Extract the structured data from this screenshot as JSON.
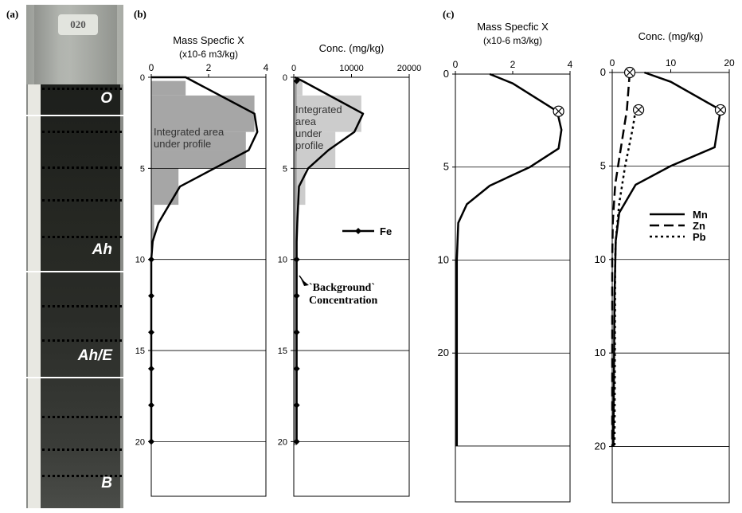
{
  "panels": {
    "a": "(a)",
    "b": "(b)",
    "c": "(c)"
  },
  "photo": {
    "cap_label": "020",
    "horizons": [
      "O",
      "Ah",
      "Ah/E",
      "B"
    ]
  },
  "annotations": {
    "integrated_area_b1": [
      "Integrated area",
      "under profile"
    ],
    "integrated_area_b2": [
      "Integrated",
      " area",
      "under",
      "profile"
    ],
    "background": [
      "`Background`",
      "Concentration"
    ]
  },
  "chart_data": [
    {
      "id": "b1",
      "type": "line",
      "title_lines": [
        "Mass Specfic X",
        "(x10-6 m3/kg)"
      ],
      "x_ticks": [
        "0",
        "2",
        "4"
      ],
      "y_ticks": [
        "0",
        "5",
        "10",
        "15",
        "20"
      ],
      "xlim": [
        0,
        4
      ],
      "ylim": [
        0,
        23
      ],
      "y_inverted": true,
      "grid_y": [
        5,
        10,
        15,
        20
      ],
      "line": {
        "x": [
          0.0,
          1.2,
          3.6,
          3.7,
          3.4,
          1.0,
          0.25,
          0.05,
          0.0,
          0.0,
          0.0,
          0.0,
          0.0,
          0.0,
          0.0,
          0.0,
          0.0
        ],
        "y": [
          0,
          0,
          2,
          3,
          4,
          6,
          8,
          9,
          10,
          11,
          12,
          13,
          14,
          15,
          16,
          18,
          20
        ]
      },
      "markers_y": [
        10,
        12,
        14,
        16,
        18,
        20
      ],
      "histogram": [
        {
          "y0": 0.2,
          "y1": 1.0,
          "x": 1.2
        },
        {
          "y0": 1.0,
          "y1": 3.0,
          "x": 3.6
        },
        {
          "y0": 3.0,
          "y1": 4.0,
          "x": 3.3
        },
        {
          "y0": 4.0,
          "y1": 5.0,
          "x": 3.3
        },
        {
          "y0": 5.0,
          "y1": 7.0,
          "x": 0.95
        },
        {
          "y0": 7.0,
          "y1": 9.0,
          "x": 0.1
        }
      ]
    },
    {
      "id": "b2",
      "type": "line",
      "title_lines": [
        "Conc. (mg/kg)"
      ],
      "x_ticks": [
        "0",
        "10000",
        "20000"
      ],
      "xlim": [
        0,
        20000
      ],
      "y_ticks": [
        "0",
        "5",
        "10",
        "15",
        "20"
      ],
      "ylim": [
        0,
        23
      ],
      "y_inverted": true,
      "grid_y": [
        5,
        10,
        15,
        20
      ],
      "line": {
        "x": [
          200,
          1500,
          12000,
          10500,
          6000,
          2500,
          900,
          600,
          500,
          500,
          500,
          500,
          500,
          500,
          500,
          500,
          500
        ],
        "y": [
          0,
          0.2,
          2,
          3,
          4,
          5,
          6,
          8,
          9,
          10,
          12,
          14,
          15,
          16,
          18,
          20,
          20.1
        ]
      },
      "markers_y": [
        0.2,
        10,
        12,
        14,
        16,
        18,
        20
      ],
      "histogram": [
        {
          "y0": 0.2,
          "y1": 1.0,
          "x": 1500
        },
        {
          "y0": 1.0,
          "y1": 3.0,
          "x": 11700
        },
        {
          "y0": 3.0,
          "y1": 5.0,
          "x": 7200
        },
        {
          "y0": 5.0,
          "y1": 7.0,
          "x": 2000
        },
        {
          "y0": 7.0,
          "y1": 9.0,
          "x": 700
        }
      ],
      "background_bar_x": 500,
      "legend": [
        "Fe"
      ]
    },
    {
      "id": "c1",
      "type": "line",
      "title_lines": [
        "Mass Specfic X",
        "(x10-6 m3/kg)"
      ],
      "x_ticks": [
        "0",
        "2",
        "4"
      ],
      "xlim": [
        0,
        4
      ],
      "y_ticks": [
        "0",
        "5",
        "10",
        "20"
      ],
      "ylim": [
        0,
        23
      ],
      "y_inverted": true,
      "grid_y": [
        5,
        10,
        15,
        20
      ],
      "line": {
        "x": [
          1.2,
          2.0,
          3.55,
          3.7,
          3.6,
          2.6,
          1.2,
          0.4,
          0.1,
          0.05,
          0.05,
          0.05
        ],
        "y": [
          0,
          0.5,
          2,
          3,
          4,
          5,
          6,
          7,
          8,
          10,
          15,
          20
        ]
      },
      "circled_x": {
        "x": 3.6,
        "y": 2
      }
    },
    {
      "id": "c2",
      "type": "line",
      "title_lines": [
        "Conc. (mg/kg)"
      ],
      "x_ticks": [
        "0",
        "10",
        "20"
      ],
      "xlim": [
        0,
        20
      ],
      "y_ticks": [
        "0",
        "5",
        "10",
        "10",
        "20"
      ],
      "ylim": [
        0,
        23
      ],
      "y_inverted": true,
      "grid_y": [
        5,
        10,
        15,
        20
      ],
      "series": [
        {
          "name": "Mn",
          "style": "solid",
          "x": [
            5.5,
            10.0,
            18.5,
            17.5,
            10.0,
            4.0,
            1.2,
            0.6,
            0.4,
            0.3,
            0.2
          ],
          "y": [
            0,
            0.5,
            2,
            4,
            5,
            6,
            7.5,
            9,
            12,
            16,
            20
          ]
        },
        {
          "name": "Zn",
          "style": "dash",
          "x": [
            3.0,
            2.5,
            1.5,
            0.5,
            0.1,
            0.0,
            0.0
          ],
          "y": [
            0,
            2,
            4,
            6,
            8,
            10,
            20
          ]
        },
        {
          "name": "Pb",
          "style": "dot",
          "x": [
            4.0,
            3.5,
            2.2,
            1.2,
            0.6,
            0.5,
            0.4
          ],
          "y": [
            2,
            3,
            5,
            7,
            9,
            10,
            20
          ]
        }
      ],
      "circled_x": [
        {
          "x": 3.0,
          "y": 0
        },
        {
          "x": 4.5,
          "y": 2
        },
        {
          "x": 18.5,
          "y": 2
        }
      ]
    }
  ]
}
